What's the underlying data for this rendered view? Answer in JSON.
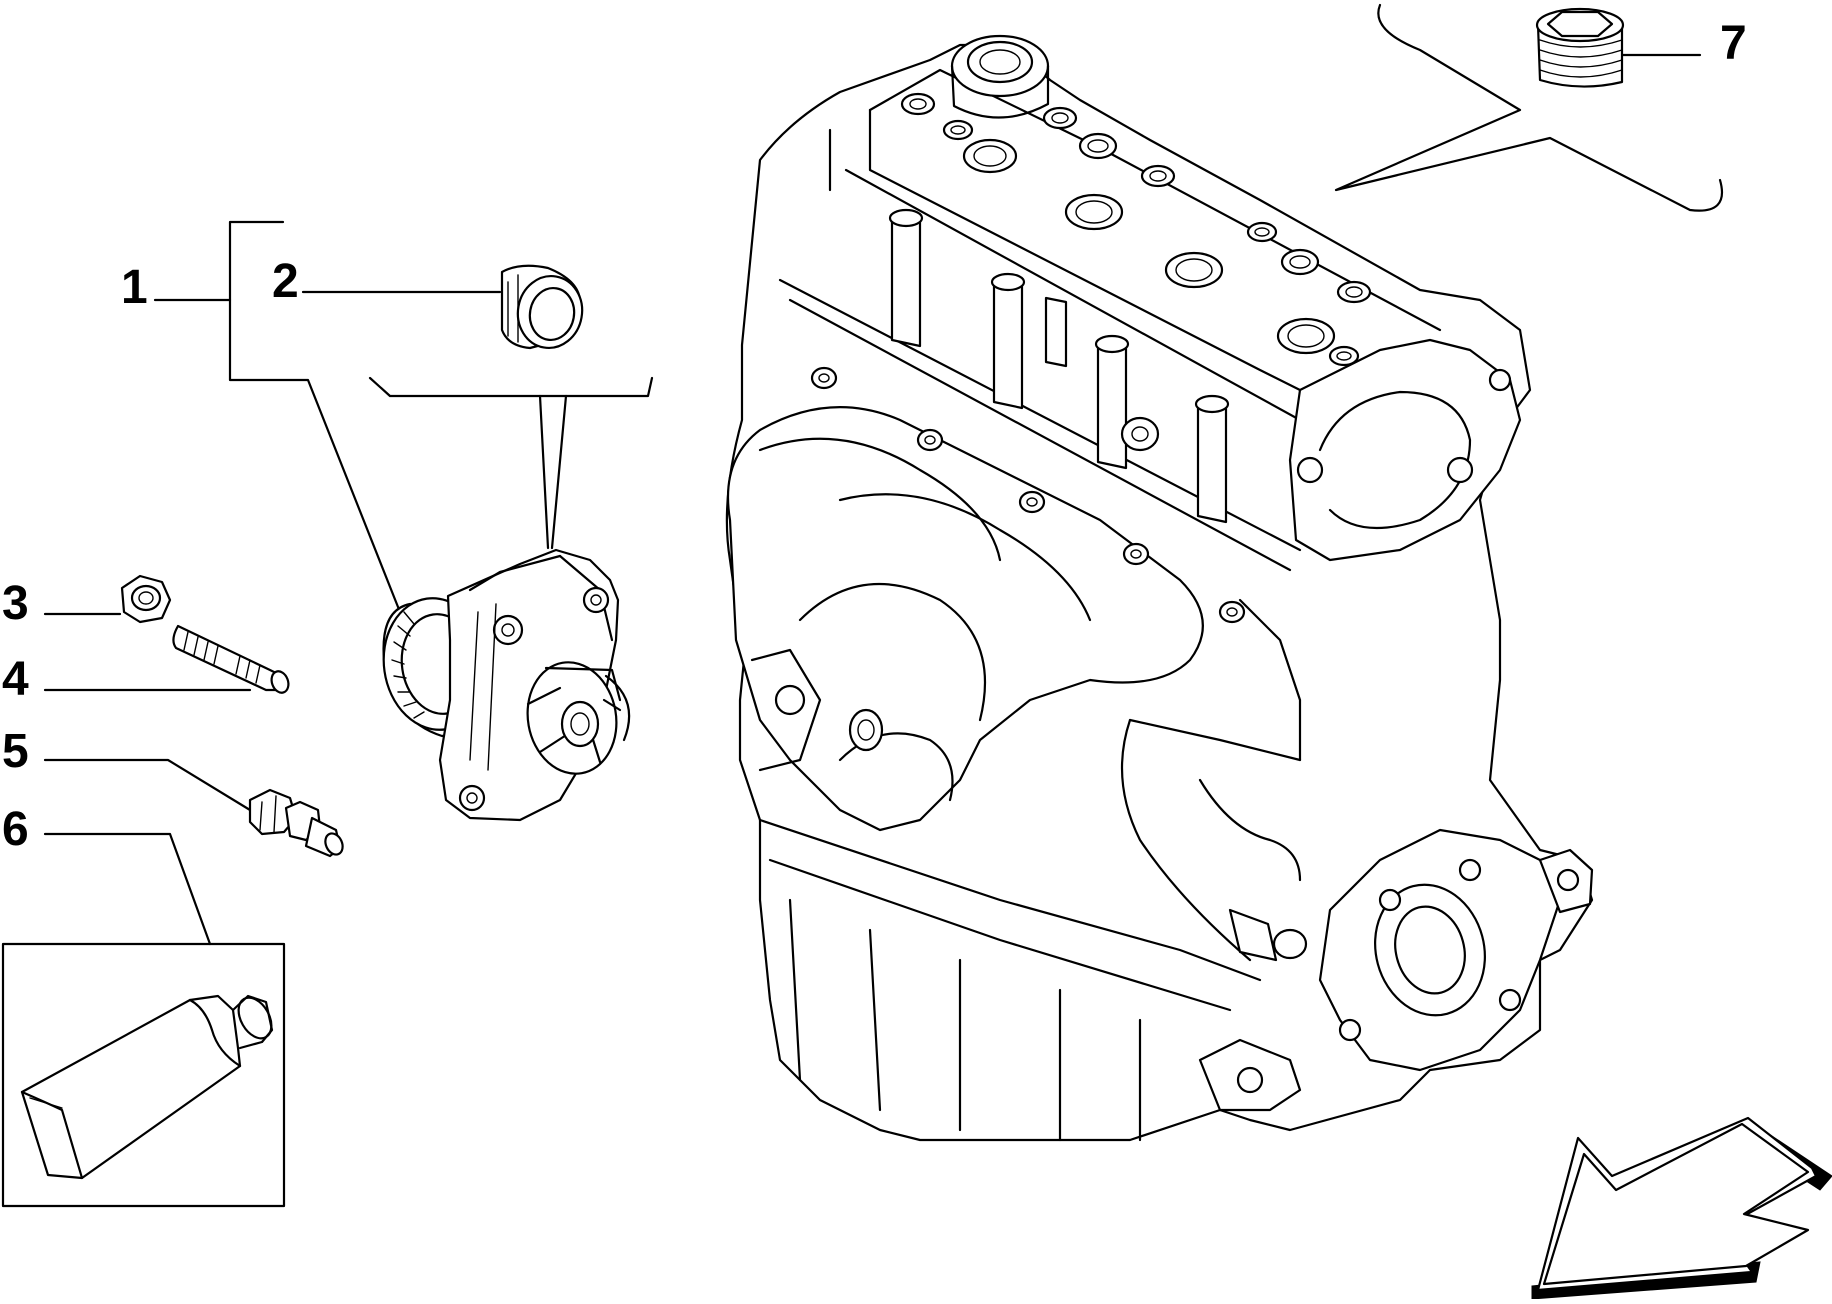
{
  "callouts": [
    {
      "id": "1",
      "label": "1",
      "part": "water-pump-assembly"
    },
    {
      "id": "2",
      "label": "2",
      "part": "plug"
    },
    {
      "id": "3",
      "label": "3",
      "part": "nut"
    },
    {
      "id": "4",
      "label": "4",
      "part": "stud"
    },
    {
      "id": "5",
      "label": "5",
      "part": "stud-bolt"
    },
    {
      "id": "6",
      "label": "6",
      "part": "sealant-tube"
    },
    {
      "id": "7",
      "label": "7",
      "part": "threaded-plug"
    }
  ],
  "colors": {
    "line": "#000000",
    "background": "#ffffff"
  },
  "icons": {
    "direction": "front-arrow-icon"
  }
}
